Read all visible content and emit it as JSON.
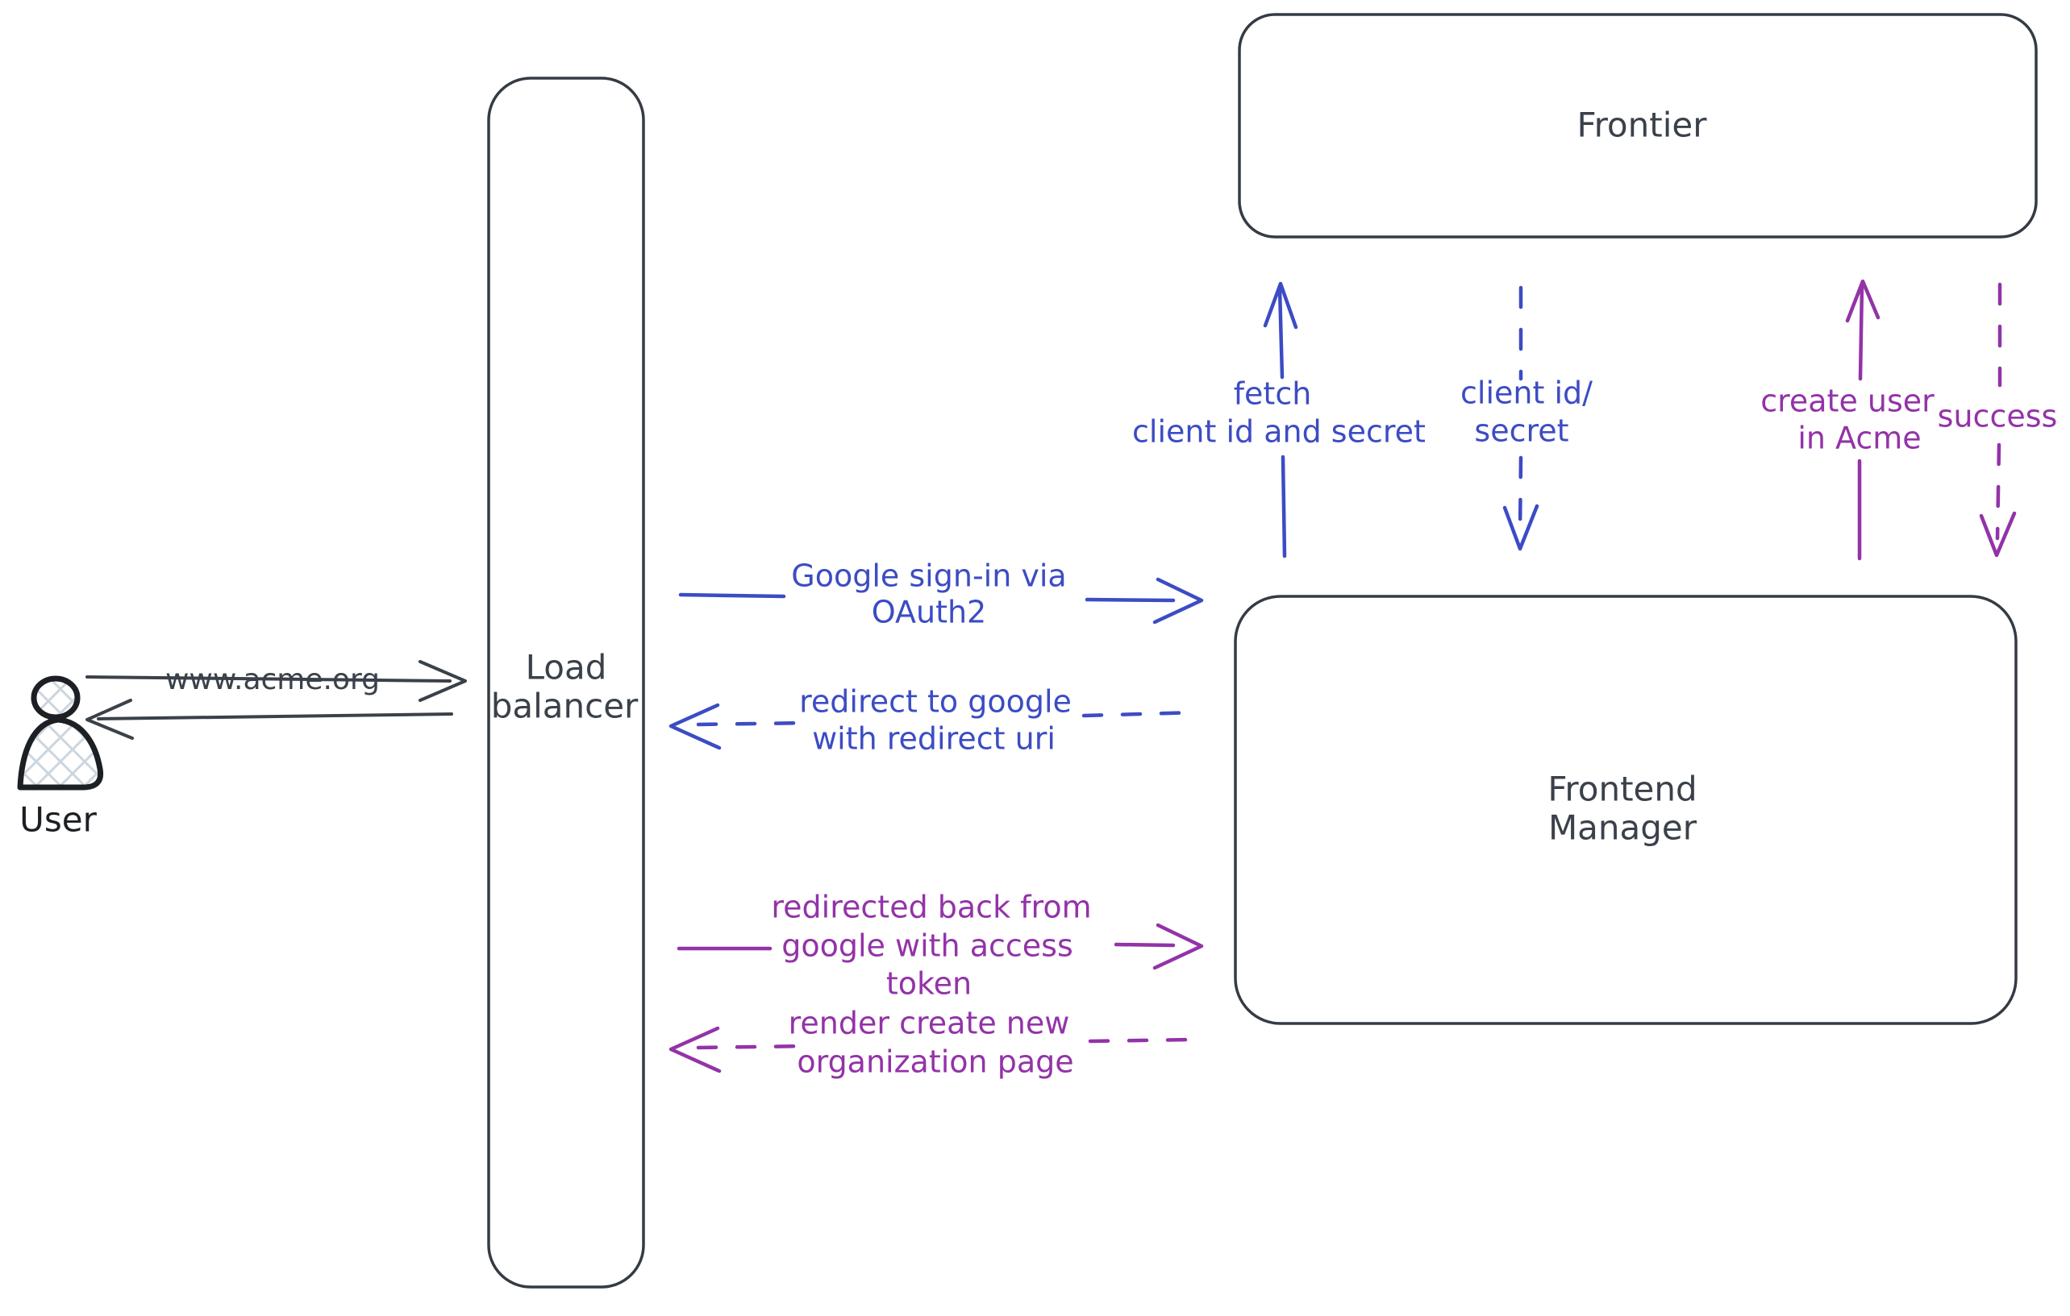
{
  "colors": {
    "ink": "#3a414a",
    "figure_black": "#1c1f24",
    "blue": "#3c4cc4",
    "purple": "#9333a8",
    "hatch": "#ccd6de",
    "background": "#ffffff"
  },
  "nodes": {
    "user": {
      "label": "User"
    },
    "load_balancer": {
      "line1": "Load",
      "line2": "balancer"
    },
    "frontier": {
      "label": "Frontier"
    },
    "frontend_manager": {
      "line1": "Frontend",
      "line2": "Manager"
    }
  },
  "edges": {
    "www_acme": {
      "label": "www.acme.org"
    },
    "google_signin": {
      "line1": "Google sign-in via",
      "line2": "OAuth2"
    },
    "redirect_google": {
      "line1": "redirect to google",
      "line2": "with redirect uri"
    },
    "fetch_secret": {
      "line1": "fetch",
      "line2": "client id and secret"
    },
    "client_id_secret": {
      "line1": "client id/",
      "line2": "secret"
    },
    "create_user": {
      "line1": "create user",
      "line2": "in Acme"
    },
    "success": {
      "label": "success"
    },
    "redirected_back": {
      "line1": "redirected back from",
      "line2": "google with access",
      "line3": "token"
    },
    "render_org_page": {
      "line1": "render create new",
      "line2": "organization page"
    }
  }
}
